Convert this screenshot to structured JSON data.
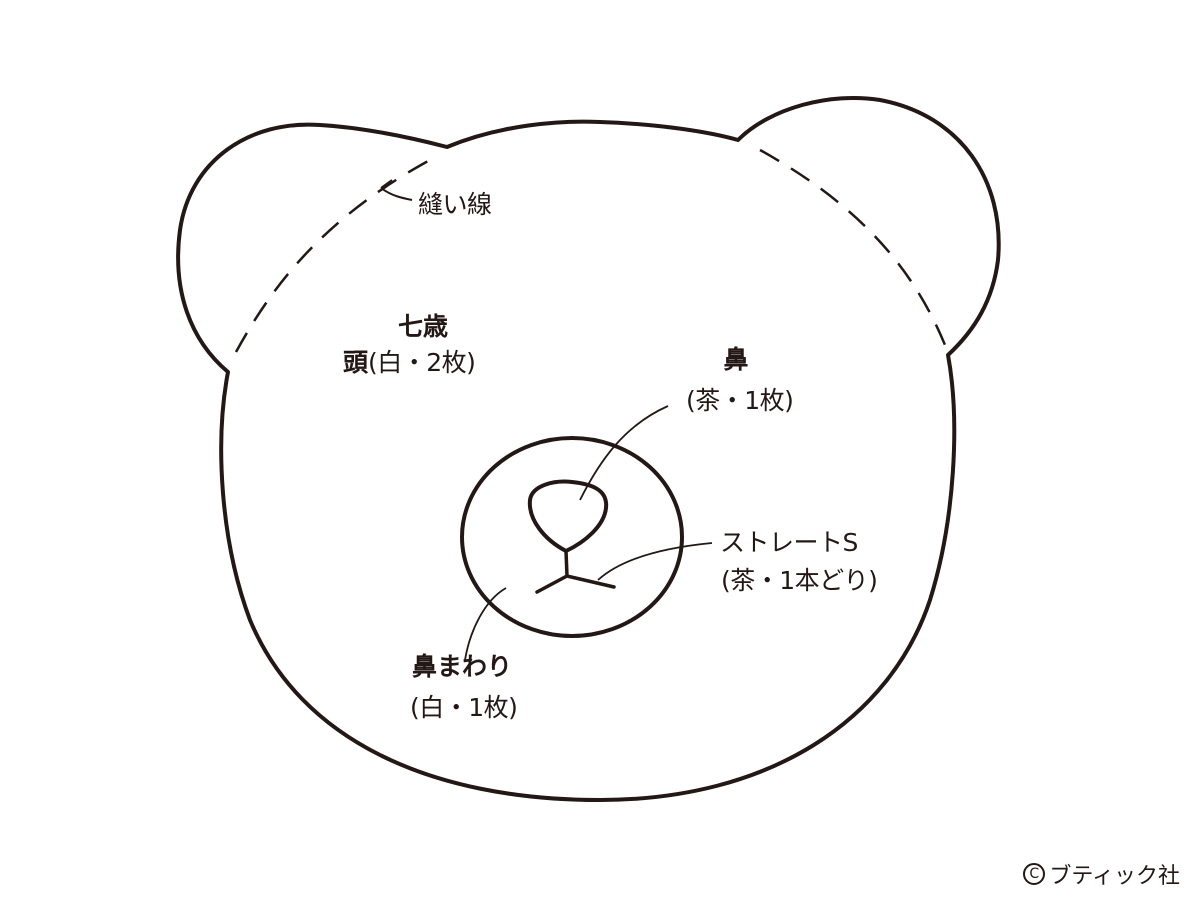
{
  "diagram": {
    "subject": "bear head felt pattern",
    "line_color": "#231815",
    "background": "#ffffff"
  },
  "labels": {
    "seam_line": "縫い線",
    "head_title": "七歳",
    "head_name": "頭",
    "head_spec": "(白・2枚)",
    "nose_name": "鼻",
    "nose_spec": "(茶・1枚)",
    "stitch_name": "ストレートS",
    "stitch_spec": "(茶・1本どり)",
    "muzzle_name": "鼻まわり",
    "muzzle_spec": "(白・1枚)"
  },
  "footer": {
    "copyright_symbol": "C",
    "publisher": "ブティック社"
  }
}
